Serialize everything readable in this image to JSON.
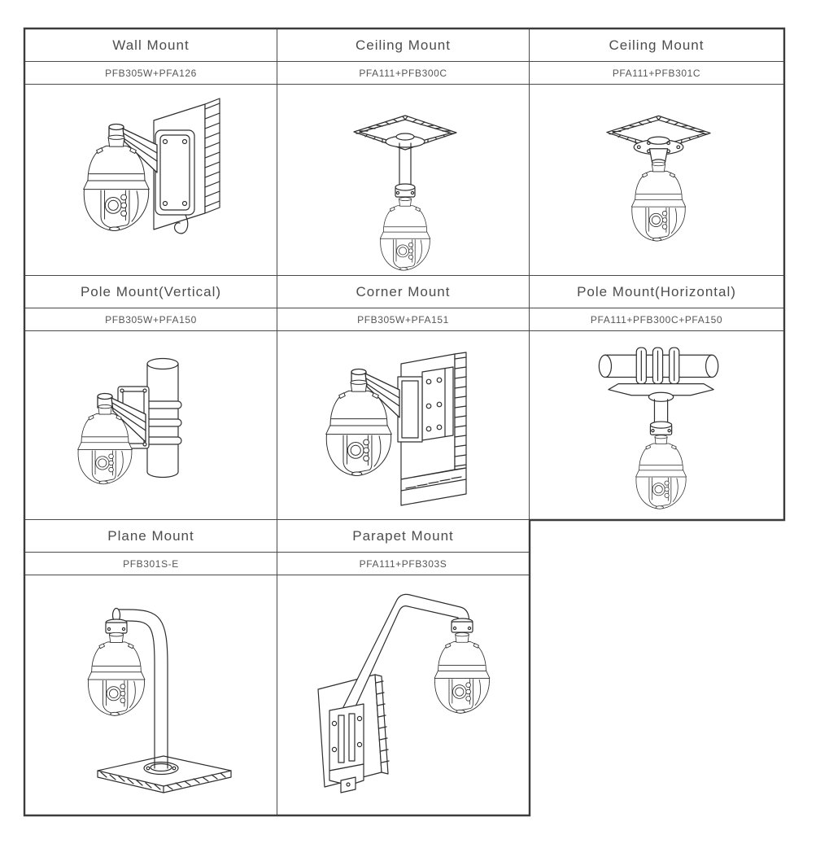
{
  "colors": {
    "line": "#2e2e2e",
    "border": "#4a4a4a",
    "text": "#4d4d4d",
    "background": "#ffffff"
  },
  "table": {
    "cells": [
      {
        "title": "Wall Mount",
        "model": "PFB305W+PFA126",
        "figure": "wall-mount-drawing"
      },
      {
        "title": "Ceiling Mount",
        "model": "PFA111+PFB300C",
        "figure": "ceiling-mount-pendant-drawing"
      },
      {
        "title": "Ceiling Mount",
        "model": "PFA111+PFB301C",
        "figure": "ceiling-mount-compact-drawing"
      },
      {
        "title": "Pole Mount(Vertical)",
        "model": "PFB305W+PFA150",
        "figure": "pole-mount-vertical-drawing"
      },
      {
        "title": "Corner Mount",
        "model": "PFB305W+PFA151",
        "figure": "corner-mount-drawing"
      },
      {
        "title": "Pole Mount(Horizontal)",
        "model": "PFA111+PFB300C+PFA150",
        "figure": "pole-mount-horizontal-drawing"
      },
      {
        "title": "Plane Mount",
        "model": "PFB301S-E",
        "figure": "plane-mount-drawing"
      },
      {
        "title": "Parapet Mount",
        "model": "PFA111+PFB303S",
        "figure": "parapet-mount-drawing"
      }
    ]
  }
}
